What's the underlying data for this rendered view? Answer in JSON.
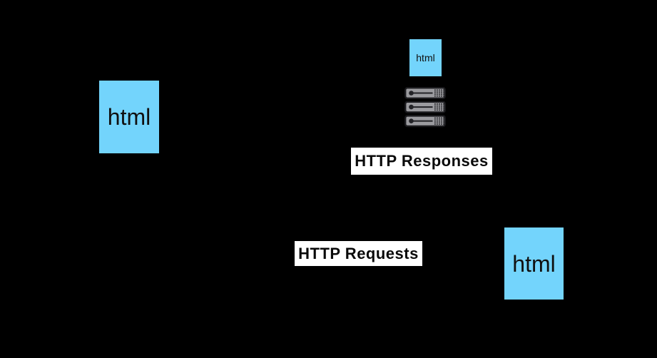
{
  "documents": {
    "left": {
      "label": "html"
    },
    "server_copy": {
      "label": "html"
    },
    "right": {
      "label": "html"
    }
  },
  "labels": {
    "responses": "HTTP Responses",
    "requests": "HTTP Requests"
  },
  "icons": {
    "server": "server-stack-icon"
  },
  "colors": {
    "background": "#000000",
    "document-blue": "#73d4fc",
    "document-text": "#101010",
    "label-bg": "#ffffff",
    "label-text": "#0a0a0a",
    "server-body": "#9b9b9f",
    "server-detail": "#232327",
    "server-border": "#1a1a1d"
  }
}
